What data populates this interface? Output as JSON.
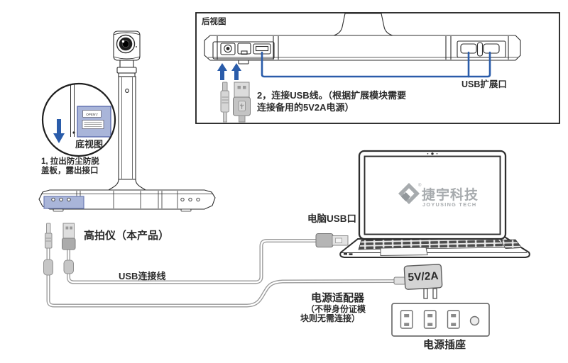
{
  "colors": {
    "accent_blue": "#2a5caa",
    "highlight_blue": "#a9b5d9",
    "cable_gray": "#9a9a9a",
    "line_dark": "#2e2e2e",
    "logo_gray": "#a7abae"
  },
  "rear_view": {
    "title": "后视图",
    "step2_line1": "2，连接USB线。（根据扩展模块需要",
    "step2_line2": "连接备用的5V2A电源）",
    "usb_expansion_label": "USB扩展口"
  },
  "bottom_view": {
    "label": "底视图",
    "cover_text": "OPEN▽"
  },
  "step1": {
    "line1": "1, 拉出防尘防脱",
    "line2": "盖板，露出接口"
  },
  "labels": {
    "device": "高拍仪（本产品）",
    "usb_cable": "USB连接线",
    "pc_usb_port": "电脑USB口",
    "adapter": "电源适配器",
    "adapter_note1": "（不带身份证模",
    "adapter_note2": "块则无需连接）",
    "adapter_rating": "5V/2A",
    "power_socket": "电源插座"
  },
  "laptop": {
    "brand_cn": "捷宇科技",
    "brand_en": "JOYUSING TECH",
    "reg_mark": "®"
  }
}
